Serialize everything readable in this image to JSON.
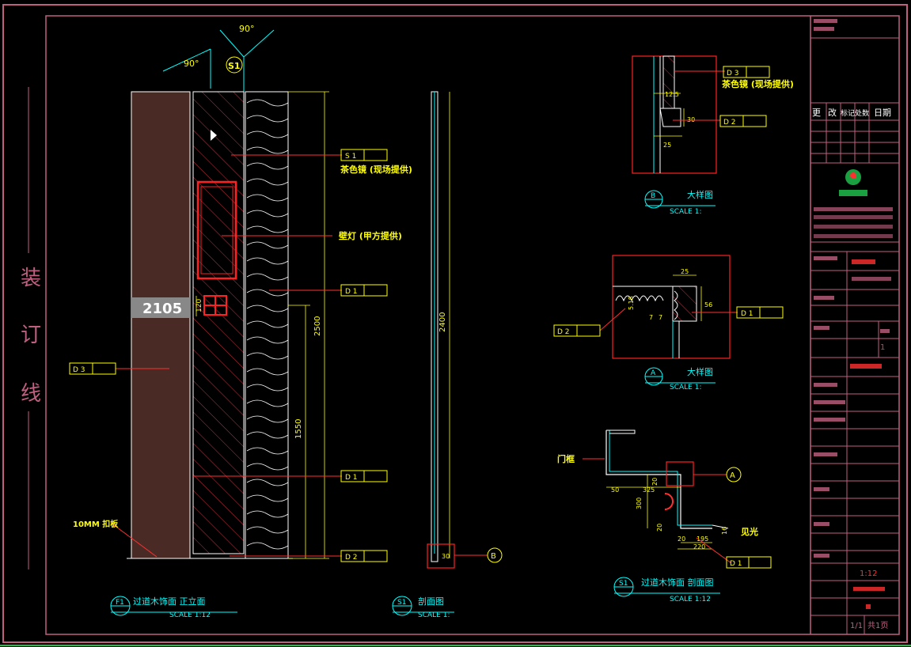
{
  "binding_side": {
    "chars": [
      "装",
      "订",
      "线"
    ]
  },
  "elevation": {
    "height_label": "2105",
    "dim_total": "2500",
    "dim_low": "1550",
    "dim_small": "120",
    "angle_top": "90°",
    "angle_left": "90°",
    "section_marker": "S1",
    "callout_plate": "10MM 扣板",
    "callout_glass": "茶色镜 (现场提供)",
    "callout_light": "壁灯 (甲方提供)",
    "tag_a": "S 1",
    "tag_b": "D 1",
    "tag_c": "D 3",
    "tag_d": "D 1",
    "tag_e": "D 2",
    "title_id": "F1",
    "title": "过道木饰面  正立面",
    "scale": "SCALE 1:12"
  },
  "section": {
    "dim": "2400",
    "dim_bottom": "30",
    "marker": "B",
    "title_id": "S1",
    "title": "剖面图",
    "scale": "SCALE 1:"
  },
  "detail_b": {
    "glass": "茶色镜 (现场提供)",
    "tag1": "D 3",
    "tag2": "D 2",
    "dim1": "12.5",
    "dim2": "30",
    "dim3": "25",
    "title_id": "B",
    "title": "大样图",
    "scale": "SCALE 1:"
  },
  "detail_a": {
    "dim_top": "25",
    "dim_side": "56",
    "dim1": "5.18",
    "dim2": "7",
    "dim3": "7",
    "tag_left": "D 2",
    "tag_right": "D 1",
    "title_id": "A",
    "title": "大样图",
    "scale": "SCALE 1:"
  },
  "plan": {
    "door_label": "门框",
    "marker": "A",
    "light_label": "见光",
    "dims": [
      "50",
      "325",
      "20",
      "300",
      "20",
      "195",
      "220",
      "16",
      "20"
    ],
    "tag": "D 1",
    "title_id": "S1",
    "title": "过道木饰面  剖面图",
    "scale": "SCALE 1:12"
  },
  "title_block": {
    "rev_headers": [
      "更",
      "改",
      "标记",
      "处数",
      "日期"
    ],
    "scale_value": "1:12",
    "sheet": "1/1",
    "sheet_total": "共1页"
  },
  "colors": {
    "border": "#c06080",
    "wood": "#4a2a25",
    "dim": "#ffff00",
    "annot": "#ff3030",
    "frame_line": "#00ffff"
  }
}
